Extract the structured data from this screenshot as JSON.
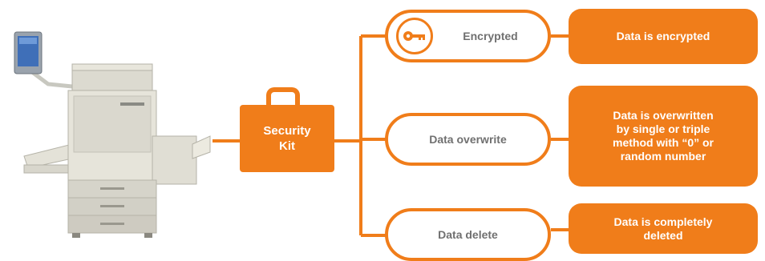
{
  "kit": {
    "label": "Security\nKit"
  },
  "features": [
    {
      "label": "Encrypted",
      "icon": "key-icon",
      "description": "Data is encrypted"
    },
    {
      "label": "Data overwrite",
      "description": "Data is overwritten\nby single or triple\nmethod with “0” or\nrandom number"
    },
    {
      "label": "Data delete",
      "description": "Data is completely\ndeleted"
    }
  ],
  "colors": {
    "accent": "#f07d1a",
    "pill_text": "#707070",
    "white": "#ffffff"
  }
}
